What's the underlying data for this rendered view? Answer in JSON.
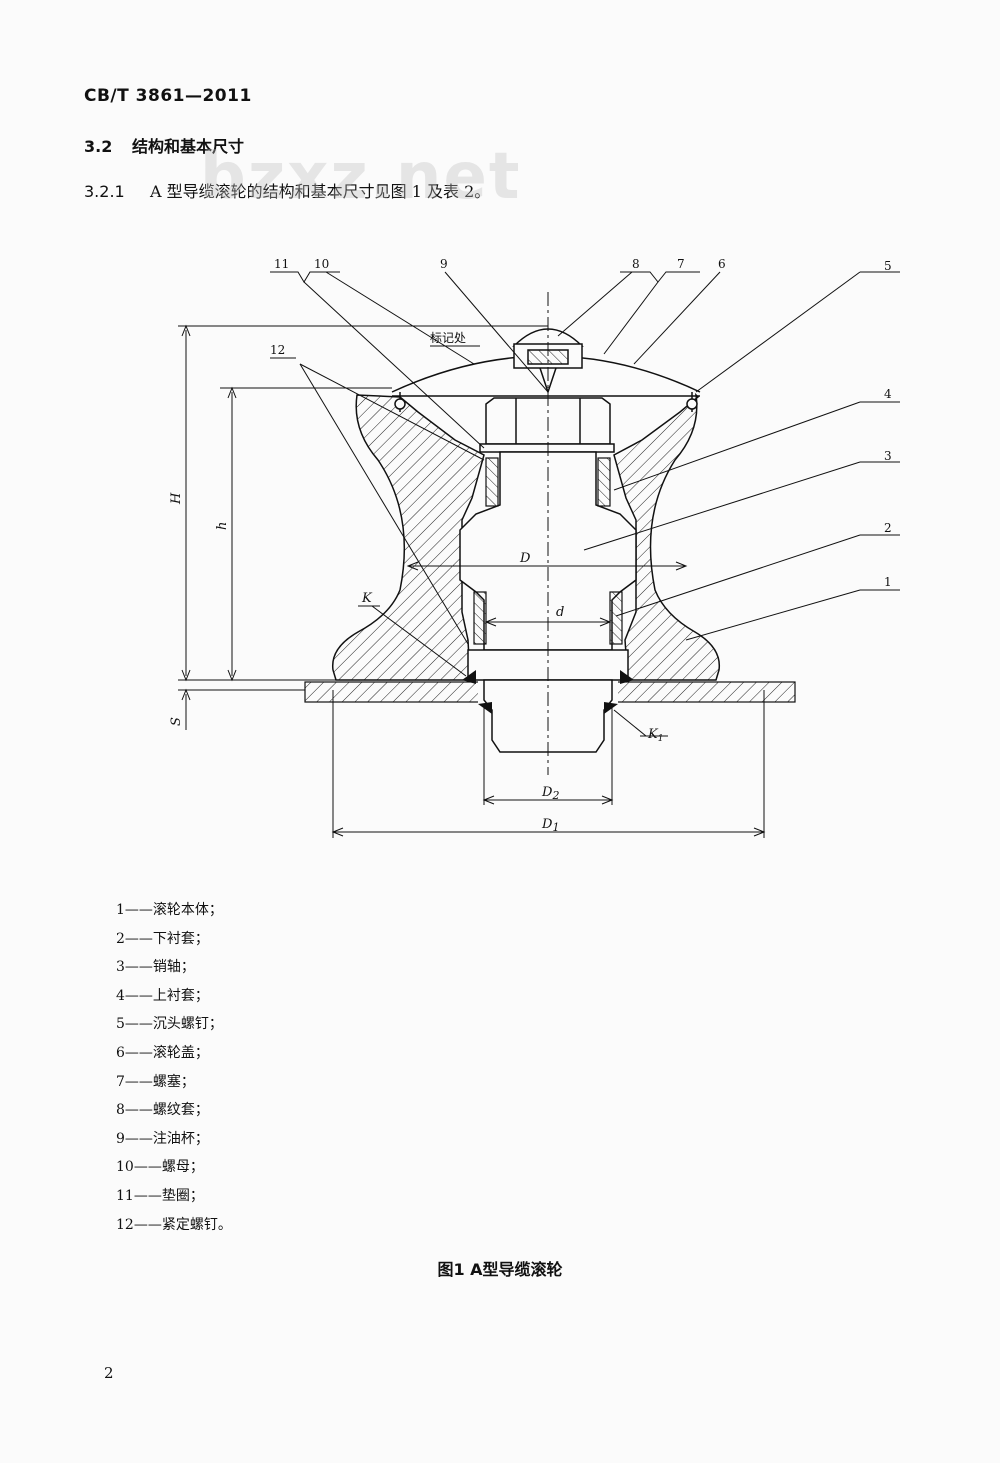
{
  "header": {
    "standard_no": "CB/T 3861—2011"
  },
  "section": {
    "number": "3.2",
    "title": "结构和基本尺寸"
  },
  "subsection": {
    "number": "3.2.1",
    "text": "A 型导缆滚轮的结构和基本尺寸见图 1 及表 2。"
  },
  "watermark": "bzxz.net",
  "figure": {
    "part_labels": [
      "1",
      "2",
      "3",
      "4",
      "5",
      "6",
      "7",
      "8",
      "9",
      "10",
      "11",
      "12"
    ],
    "note_mark": "标记处",
    "dims": {
      "H": "H",
      "h": "h",
      "D": "D",
      "d": "d",
      "K": "K",
      "K1": "K",
      "K1_sub": "1",
      "S": "S",
      "D1": "D",
      "D1_sub": "1",
      "D2": "D",
      "D2_sub": "2"
    },
    "caption": "图1 A型导缆滚轮"
  },
  "legend": [
    "1——滚轮本体；",
    "2——下衬套；",
    "3——销轴；",
    "4——上衬套；",
    "5——沉头螺钉；",
    "6——滚轮盖；",
    "7——螺塞；",
    "8——螺纹套；",
    "9——注油杯；",
    "10——螺母；",
    "11——垫圈；",
    "12——紧定螺钉。"
  ],
  "page_number": "2"
}
